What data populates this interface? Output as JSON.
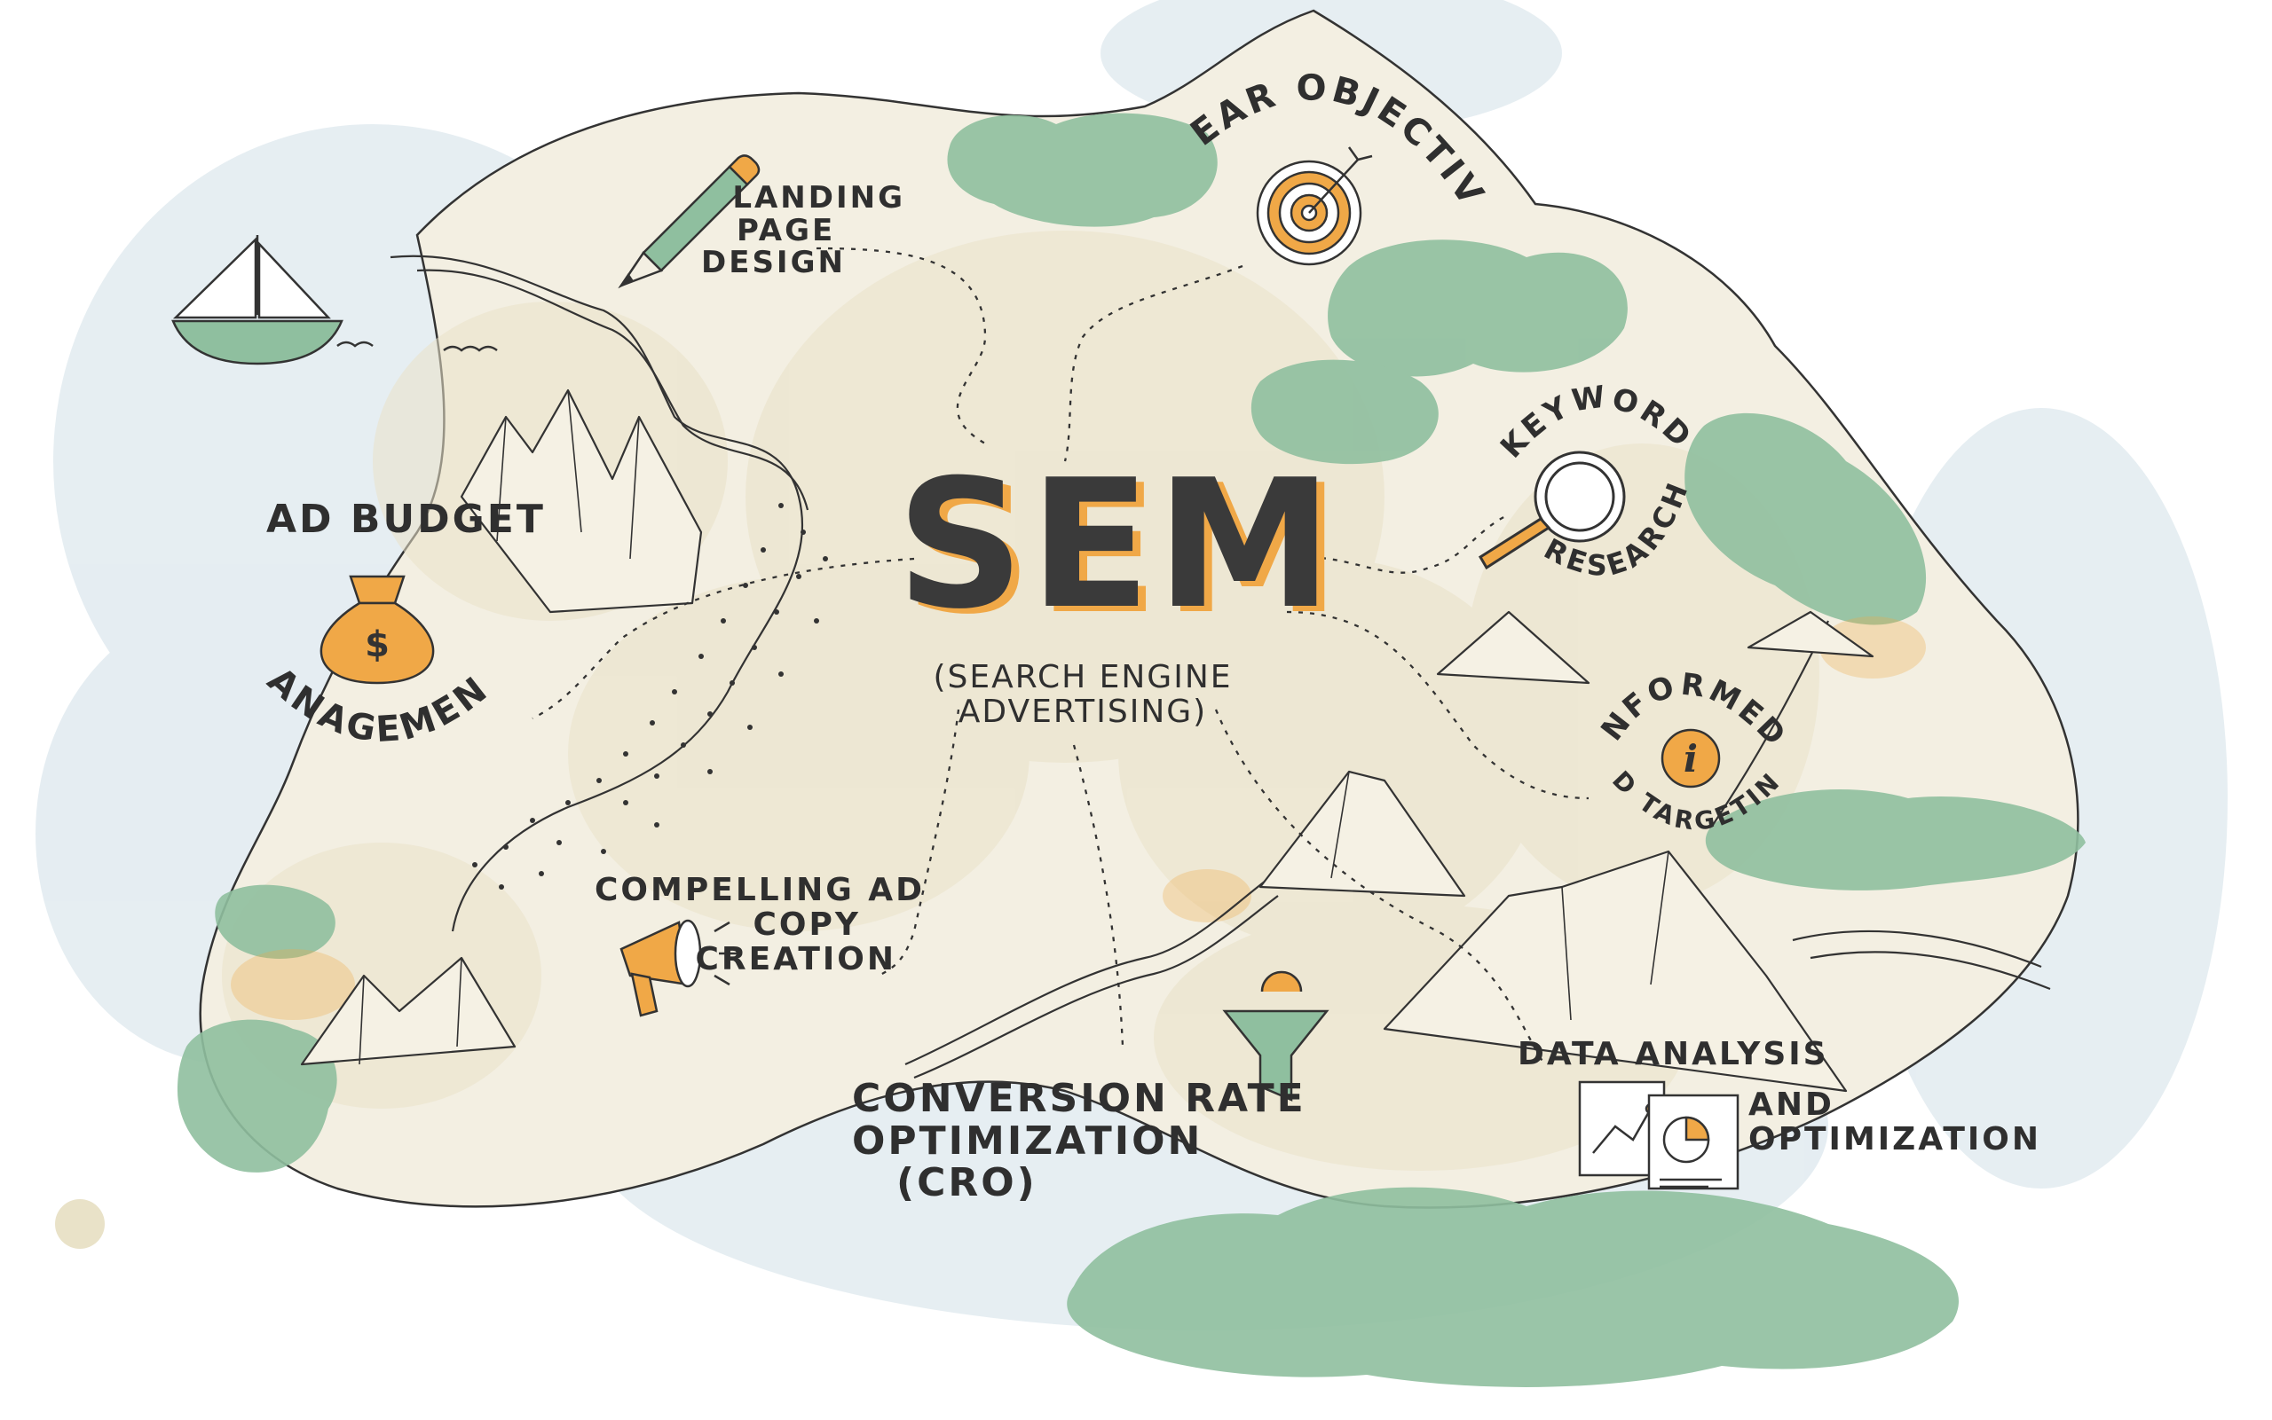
{
  "title": "SEM",
  "subtitle": [
    "(SEARCH ENGINE",
    "ADVERTISING)"
  ],
  "nodes": {
    "landing": [
      "LANDING",
      "PAGE",
      "DESIGN"
    ],
    "clear_objectives": "CLEAR OBJECTIVES",
    "keyword_top": "KEYWORD",
    "keyword_bottom": "RESEARCH",
    "informed_top": "INFORMED",
    "informed_bottom": "AD TARGETING",
    "ad_budget_top": "AD BUDGET",
    "ad_budget_bottom": "MANAGEMENT",
    "ad_copy": [
      "COMPELLING AD",
      "COPY",
      "CREATION"
    ],
    "cro": [
      "CONVERSION RATE",
      "OPTIMIZATION",
      "(CRO)"
    ],
    "data_analysis": [
      "DATA ANALYSIS",
      "AND",
      "OPTIMIZATION"
    ]
  },
  "icons": {
    "landing": "pencil-icon",
    "clear_objectives": "target-icon",
    "keyword": "magnifier-icon",
    "informed": "info-icon",
    "ad_budget": "money-bag-icon",
    "ad_copy": "megaphone-icon",
    "cro": "funnel-gear-icon",
    "data_analysis": "chart-papers-icon",
    "boat": "sailboat-icon",
    "money_symbol": "$",
    "info_symbol": "i"
  },
  "colors": {
    "land": "#efeadb",
    "water": "#dde8ee",
    "forest": "#8fbf9f",
    "accent": "#f0a847",
    "ink": "#2f2f2f"
  }
}
